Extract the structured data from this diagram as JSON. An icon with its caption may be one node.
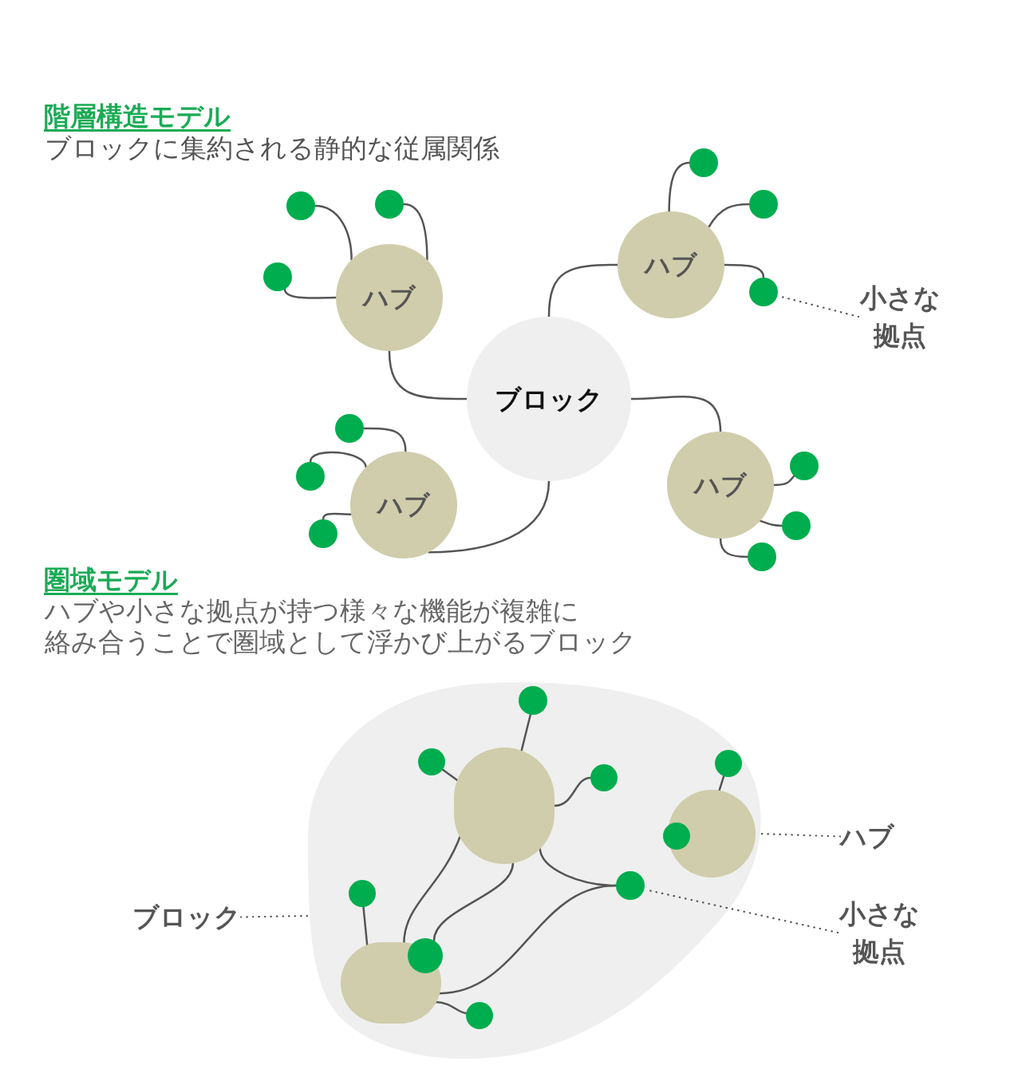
{
  "diagram": {
    "nodes": [
      {
        "text": [
          "ブロック"
        ]
      },
      {
        "text": [
          "ハブ"
        ]
      },
      {
        "text": [
          "ハブ"
        ]
      },
      {
        "text": [
          "ハブ"
        ]
      },
      {
        "text": [
          "ハブ"
        ]
      },
      {
        "text": [],
        "shape": "circle"
      },
      {
        "text": [],
        "shape": "circle"
      },
      {
        "text": [],
        "shape": "circle"
      },
      {
        "text": [],
        "shape": "circle"
      },
      {
        "text": [],
        "shape": "circle"
      },
      {
        "text": [],
        "shape": "circle"
      },
      {
        "text": [],
        "shape": "circle"
      },
      {
        "text": [],
        "shape": "circle"
      },
      {
        "text": [],
        "shape": "circle"
      },
      {
        "text": [],
        "shape": "circle"
      },
      {
        "text": [],
        "shape": "circle"
      },
      {
        "text": [],
        "shape": "circle"
      },
      {
        "text": [
          "小さな拠点"
        ]
      },
      {
        "text": [],
        "shape": "blob"
      },
      {
        "text": [],
        "shape": "circle",
        "in": 18
      },
      {
        "text": [],
        "shape": "circle",
        "in": 18
      },
      {
        "text": [],
        "shape": "circle",
        "in": 18
      },
      {
        "text": [],
        "shape": "circle",
        "in": 18
      },
      {
        "text": [],
        "shape": "circle",
        "in": 18
      },
      {
        "text": [],
        "shape": "circle",
        "in": 18
      },
      {
        "text": [],
        "shape": "circle",
        "in": 18
      },
      {
        "text": [],
        "shape": "circle",
        "in": 18
      },
      {
        "text": [],
        "shape": "circle",
        "in": 18
      },
      {
        "text": [],
        "shape": "circle",
        "in": 18
      },
      {
        "text": [],
        "shape": "circle",
        "in": 18
      },
      {
        "text": [],
        "shape": "circle",
        "in": 18
      },
      {
        "text": [
          "ブロック"
        ]
      },
      {
        "text": [
          "ハブ"
        ]
      },
      {
        "text": [
          "小さな拠点"
        ]
      }
    ],
    "edges": [
      {
        "from": 0,
        "to": 1,
        "arrow": "none"
      },
      {
        "from": 0,
        "to": 2,
        "arrow": "none"
      },
      {
        "from": 0,
        "to": 3,
        "arrow": "none"
      },
      {
        "from": 0,
        "to": 4,
        "arrow": "none"
      },
      {
        "from": 1,
        "to": 5,
        "arrow": "none"
      },
      {
        "from": 1,
        "to": 6,
        "arrow": "none"
      },
      {
        "from": 1,
        "to": 7,
        "arrow": "none"
      },
      {
        "from": 2,
        "to": 8,
        "arrow": "none"
      },
      {
        "from": 2,
        "to": 9,
        "arrow": "none"
      },
      {
        "from": 2,
        "to": 10,
        "arrow": "none"
      },
      {
        "from": 3,
        "to": 11,
        "arrow": "none"
      },
      {
        "from": 3,
        "to": 12,
        "arrow": "none"
      },
      {
        "from": 3,
        "to": 13,
        "arrow": "none"
      },
      {
        "from": 4,
        "to": 14,
        "arrow": "none"
      },
      {
        "from": 4,
        "to": 15,
        "arrow": "none"
      },
      {
        "from": 4,
        "to": 16,
        "arrow": "none"
      },
      {
        "from": 17,
        "to": 10,
        "arrow": "none",
        "style": "dashed"
      },
      {
        "from": 19,
        "to": 22,
        "arrow": "none"
      },
      {
        "from": 19,
        "to": 23,
        "arrow": "none"
      },
      {
        "from": 19,
        "to": 24,
        "arrow": "none"
      },
      {
        "from": 20,
        "to": 25,
        "arrow": "none"
      },
      {
        "from": 19,
        "to": 27,
        "arrow": "none"
      },
      {
        "from": 21,
        "to": 27,
        "arrow": "none"
      },
      {
        "from": 19,
        "to": 21,
        "arrow": "none"
      },
      {
        "from": 19,
        "to": 29,
        "arrow": "none"
      },
      {
        "from": 21,
        "to": 28,
        "arrow": "none"
      },
      {
        "from": 21,
        "to": 30,
        "arrow": "none"
      },
      {
        "from": 31,
        "to": 18,
        "arrow": "none",
        "style": "dashed"
      },
      {
        "from": 32,
        "to": 20,
        "arrow": "none",
        "style": "dashed"
      },
      {
        "from": 33,
        "to": 27,
        "arrow": "none",
        "style": "dashed"
      }
    ],
    "labels": [
      "階層構造モデル",
      "ブロックに集約される静的な従属関係",
      "圏域モデル",
      "ハブや小さな拠点が持つ様々な機能が複雑に絡み合うことで圏域として浮かび上がるブロック"
    ]
  }
}
